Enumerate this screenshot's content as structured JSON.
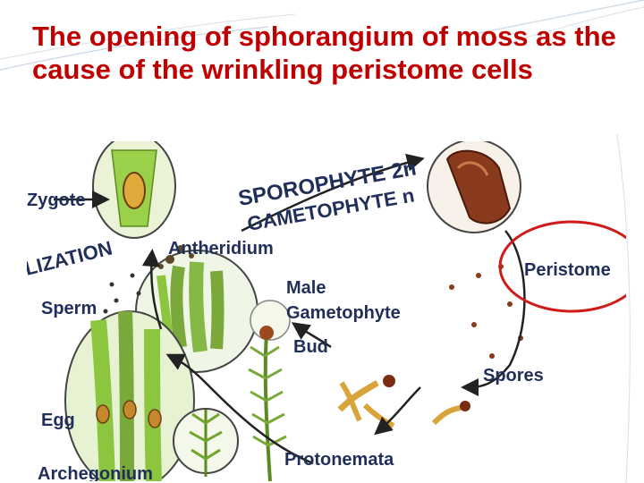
{
  "title": "The opening of sphorangium of moss as the cause of the wrinkling peristome cells",
  "diagram": {
    "sporophyte": "SPOROPHYTE 2n",
    "gametophyte": "GAMETOPHYTE n",
    "zygote": "Zygote",
    "fertilization": "LIZATION",
    "antheridium": "Antheridium",
    "sperm": "Sperm",
    "male_gametophyte_line1": "Male",
    "male_gametophyte_line2": "Gametophyte",
    "bud": "Bud",
    "egg": "Egg",
    "archegonium": "Archegonium",
    "protonemata": "Protonemata",
    "spores": "Spores",
    "peristome": "Peristome"
  },
  "colors": {
    "title": "#c00000",
    "labels": "#1f2f5a",
    "highlight_circle": "#d11a1a",
    "plant_green": "#8cc63e",
    "capsule_brown": "#8a3a1c"
  }
}
